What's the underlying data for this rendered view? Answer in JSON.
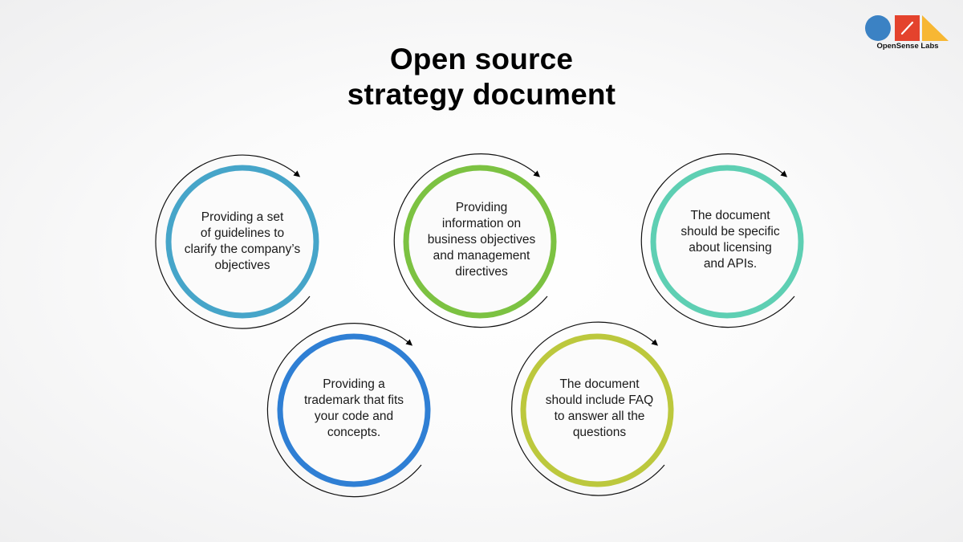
{
  "title": {
    "line1": "Open source",
    "line2": "strategy document"
  },
  "logo": {
    "text": "OpenSense Labs",
    "colors": {
      "circle": "#3b82c4",
      "square": "#e4432d",
      "triangle": "#f7b733"
    }
  },
  "nodes": [
    {
      "id": "guidelines",
      "color": "#46a5c9",
      "lines": [
        "Providing a set",
        "of guidelines to",
        "clarify the company’s",
        "objectives"
      ]
    },
    {
      "id": "business-info",
      "color": "#7cc242",
      "lines": [
        "Providing",
        "information on",
        "business objectives",
        "and management",
        "directives"
      ]
    },
    {
      "id": "licensing",
      "color": "#5ecfb3",
      "lines": [
        "The document",
        "should be specific",
        "about licensing",
        "and APIs."
      ]
    },
    {
      "id": "trademark",
      "color": "#2f7fd4",
      "lines": [
        "Providing a",
        "trademark that fits",
        "your code and",
        "concepts."
      ]
    },
    {
      "id": "faq",
      "color": "#bcc83d",
      "lines": [
        "The document",
        "should include FAQ",
        "to answer all the",
        "questions"
      ]
    }
  ]
}
